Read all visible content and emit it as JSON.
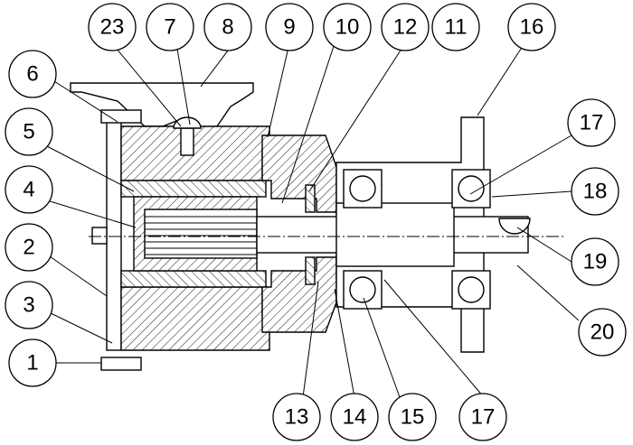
{
  "diagram": {
    "callouts": [
      {
        "id": "c23",
        "label": "23"
      },
      {
        "id": "c7",
        "label": "7"
      },
      {
        "id": "c8",
        "label": "8"
      },
      {
        "id": "c9",
        "label": "9"
      },
      {
        "id": "c10",
        "label": "10"
      },
      {
        "id": "c12",
        "label": "12"
      },
      {
        "id": "c11",
        "label": "11"
      },
      {
        "id": "c16",
        "label": "16"
      },
      {
        "id": "c6",
        "label": "6"
      },
      {
        "id": "c5",
        "label": "5"
      },
      {
        "id": "c4",
        "label": "4"
      },
      {
        "id": "c2",
        "label": "2"
      },
      {
        "id": "c3",
        "label": "3"
      },
      {
        "id": "c1",
        "label": "1"
      },
      {
        "id": "c17a",
        "label": "17"
      },
      {
        "id": "c18",
        "label": "18"
      },
      {
        "id": "c19",
        "label": "19"
      },
      {
        "id": "c20",
        "label": "20"
      },
      {
        "id": "c13",
        "label": "13"
      },
      {
        "id": "c14",
        "label": "14"
      },
      {
        "id": "c15",
        "label": "15"
      },
      {
        "id": "c17b",
        "label": "17"
      }
    ]
  }
}
